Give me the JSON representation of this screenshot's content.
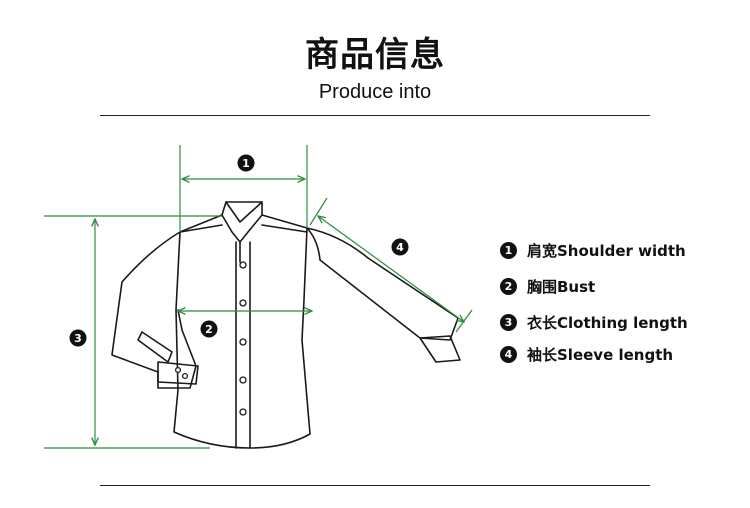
{
  "header": {
    "title": "商品信息",
    "subtitle": "Produce into"
  },
  "colors": {
    "measure_line": "#2e8b3e",
    "garment_outline": "#1a1a1a",
    "marker_fill": "#111111"
  },
  "markers": [
    {
      "id": "1",
      "label": "1"
    },
    {
      "id": "2",
      "label": "2"
    },
    {
      "id": "3",
      "label": "3"
    },
    {
      "id": "4",
      "label": "4"
    }
  ],
  "legend": [
    {
      "num": "1",
      "text": "肩宽Shoulder width"
    },
    {
      "num": "2",
      "text": "胸围Bust"
    },
    {
      "num": "3",
      "text": "衣长Clothing length"
    },
    {
      "num": "4",
      "text": "袖长Sleeve length"
    }
  ]
}
